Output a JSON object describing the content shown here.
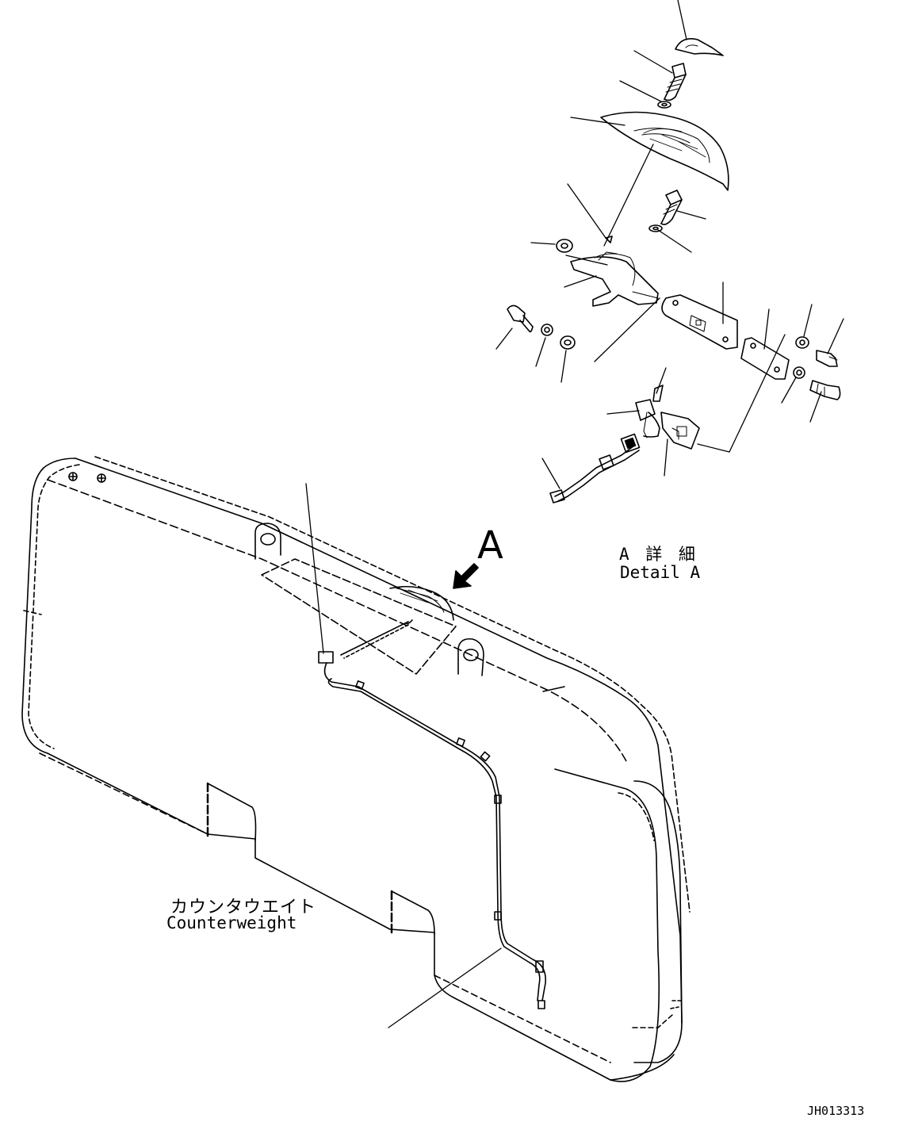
{
  "labels": {
    "view_letter": "A",
    "detail_jp": "A 詳 細",
    "detail_en": "Detail A",
    "counterweight_jp": "カウンタウエイト",
    "counterweight_en": "Counterweight",
    "drawing_number": "JH013313"
  }
}
